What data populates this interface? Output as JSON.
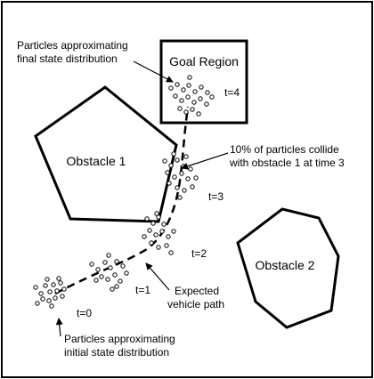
{
  "goal_region": {
    "label": "Goal Region"
  },
  "obstacles": [
    {
      "label": "Obstacle 1"
    },
    {
      "label": "Obstacle 2"
    }
  ],
  "time_labels": [
    "t=0",
    "t=1",
    "t=2",
    "t=3",
    "t=4"
  ],
  "annotations": {
    "initial_line1": "Particles approximating",
    "initial_line2": "initial state distribution",
    "final_line1": "Particles approximating",
    "final_line2": "final state distribution",
    "collide_line1": "10% of particles collide",
    "collide_line2": "with obstacle 1 at time 3",
    "path_line1": "Expected",
    "path_line2": "vehicle path"
  },
  "colors": {
    "stroke": "#000000",
    "background": "#ffffff"
  }
}
